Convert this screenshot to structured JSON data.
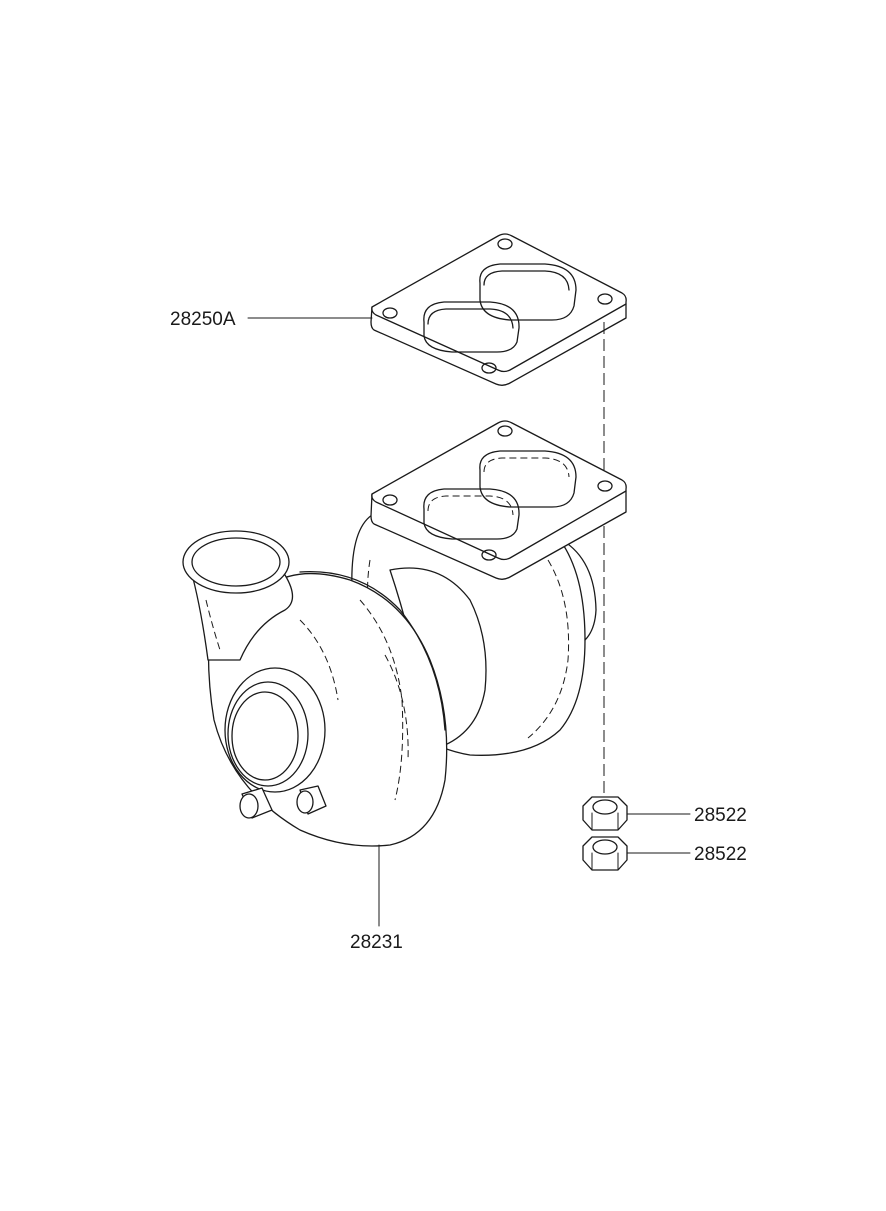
{
  "diagram": {
    "parts": [
      {
        "id": "gasket",
        "part_number": "28250A"
      },
      {
        "id": "turbocharger",
        "part_number": "28231"
      },
      {
        "id": "nut-upper",
        "part_number": "28522"
      },
      {
        "id": "nut-lower",
        "part_number": "28522"
      }
    ]
  }
}
